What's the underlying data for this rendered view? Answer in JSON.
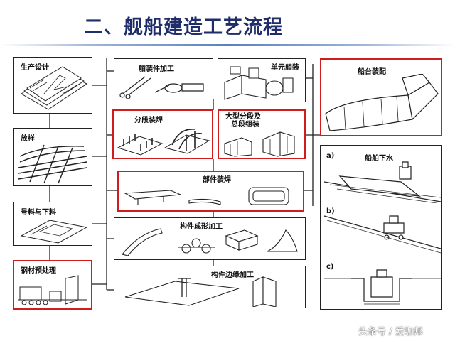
{
  "title": "二、舰船建造工艺流程",
  "left_column": {
    "production_design": "生产设计",
    "lofting": "放样",
    "marking_cutting": "号料与下料",
    "steel_pretreatment": "钢材预处理"
  },
  "middle_column": {
    "hull_outfitting": "艏装件加工",
    "unit_outfitting": "单元艏装",
    "block_welding": "分段装焊",
    "large_block_line1": "大型分段及",
    "large_block_line2": "总段组装",
    "part_welding": "部件装焊",
    "component_forming": "构件成形加工",
    "component_edge": "构件边缘加工"
  },
  "right_column": {
    "berth_assembly": "船台装配",
    "ship_launch": "船舶下水",
    "step_a": "a)",
    "step_b": "b)",
    "step_c": "c)"
  },
  "watermark": "头条号 / 爱咖邦",
  "colors": {
    "title": "#1f2d6b",
    "highlight": "#d01c1c",
    "line": "#222222"
  }
}
